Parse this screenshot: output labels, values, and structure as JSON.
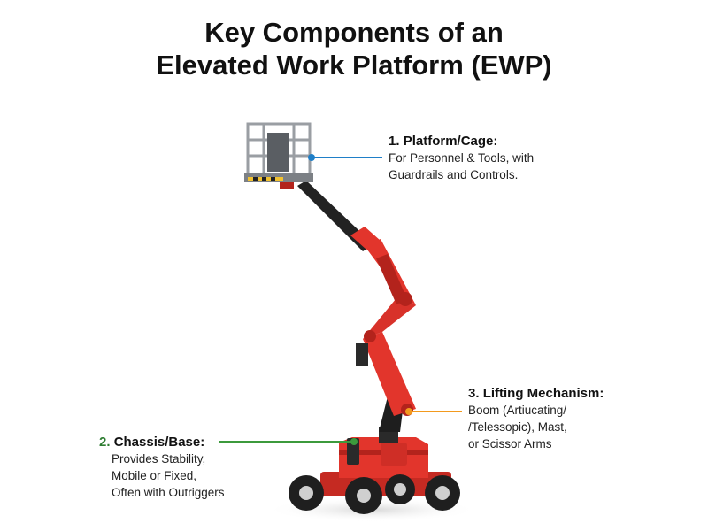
{
  "title": {
    "line1": "Key Components of an",
    "line2": "Elevated Work Platform (EWP)"
  },
  "components": {
    "platform": {
      "number": "1.",
      "heading": "Platform/Cage:",
      "lines": [
        "For Personnel & Tools, with",
        "Guardrails and Controls."
      ],
      "leader_color": "#1f7fc8"
    },
    "lifting": {
      "number": "3.",
      "heading": "Lifting Mechanism:",
      "lines": [
        "Boom (Artiucating/",
        "/Telessopic), Mast,",
        "or Scissor Arms"
      ],
      "leader_color": "#f39a1e"
    },
    "chassis": {
      "number": "2.",
      "heading": "Chassis/Base:",
      "lines": [
        "Provides Stability,",
        "Mobile or Fixed,",
        "Often with Outriggers"
      ],
      "leader_color": "#3c9a3c"
    }
  },
  "colors": {
    "machine_red": "#e2352c",
    "machine_dark_red": "#b3231c",
    "boom_black": "#222222",
    "cage_gray": "#9a9ea3"
  }
}
